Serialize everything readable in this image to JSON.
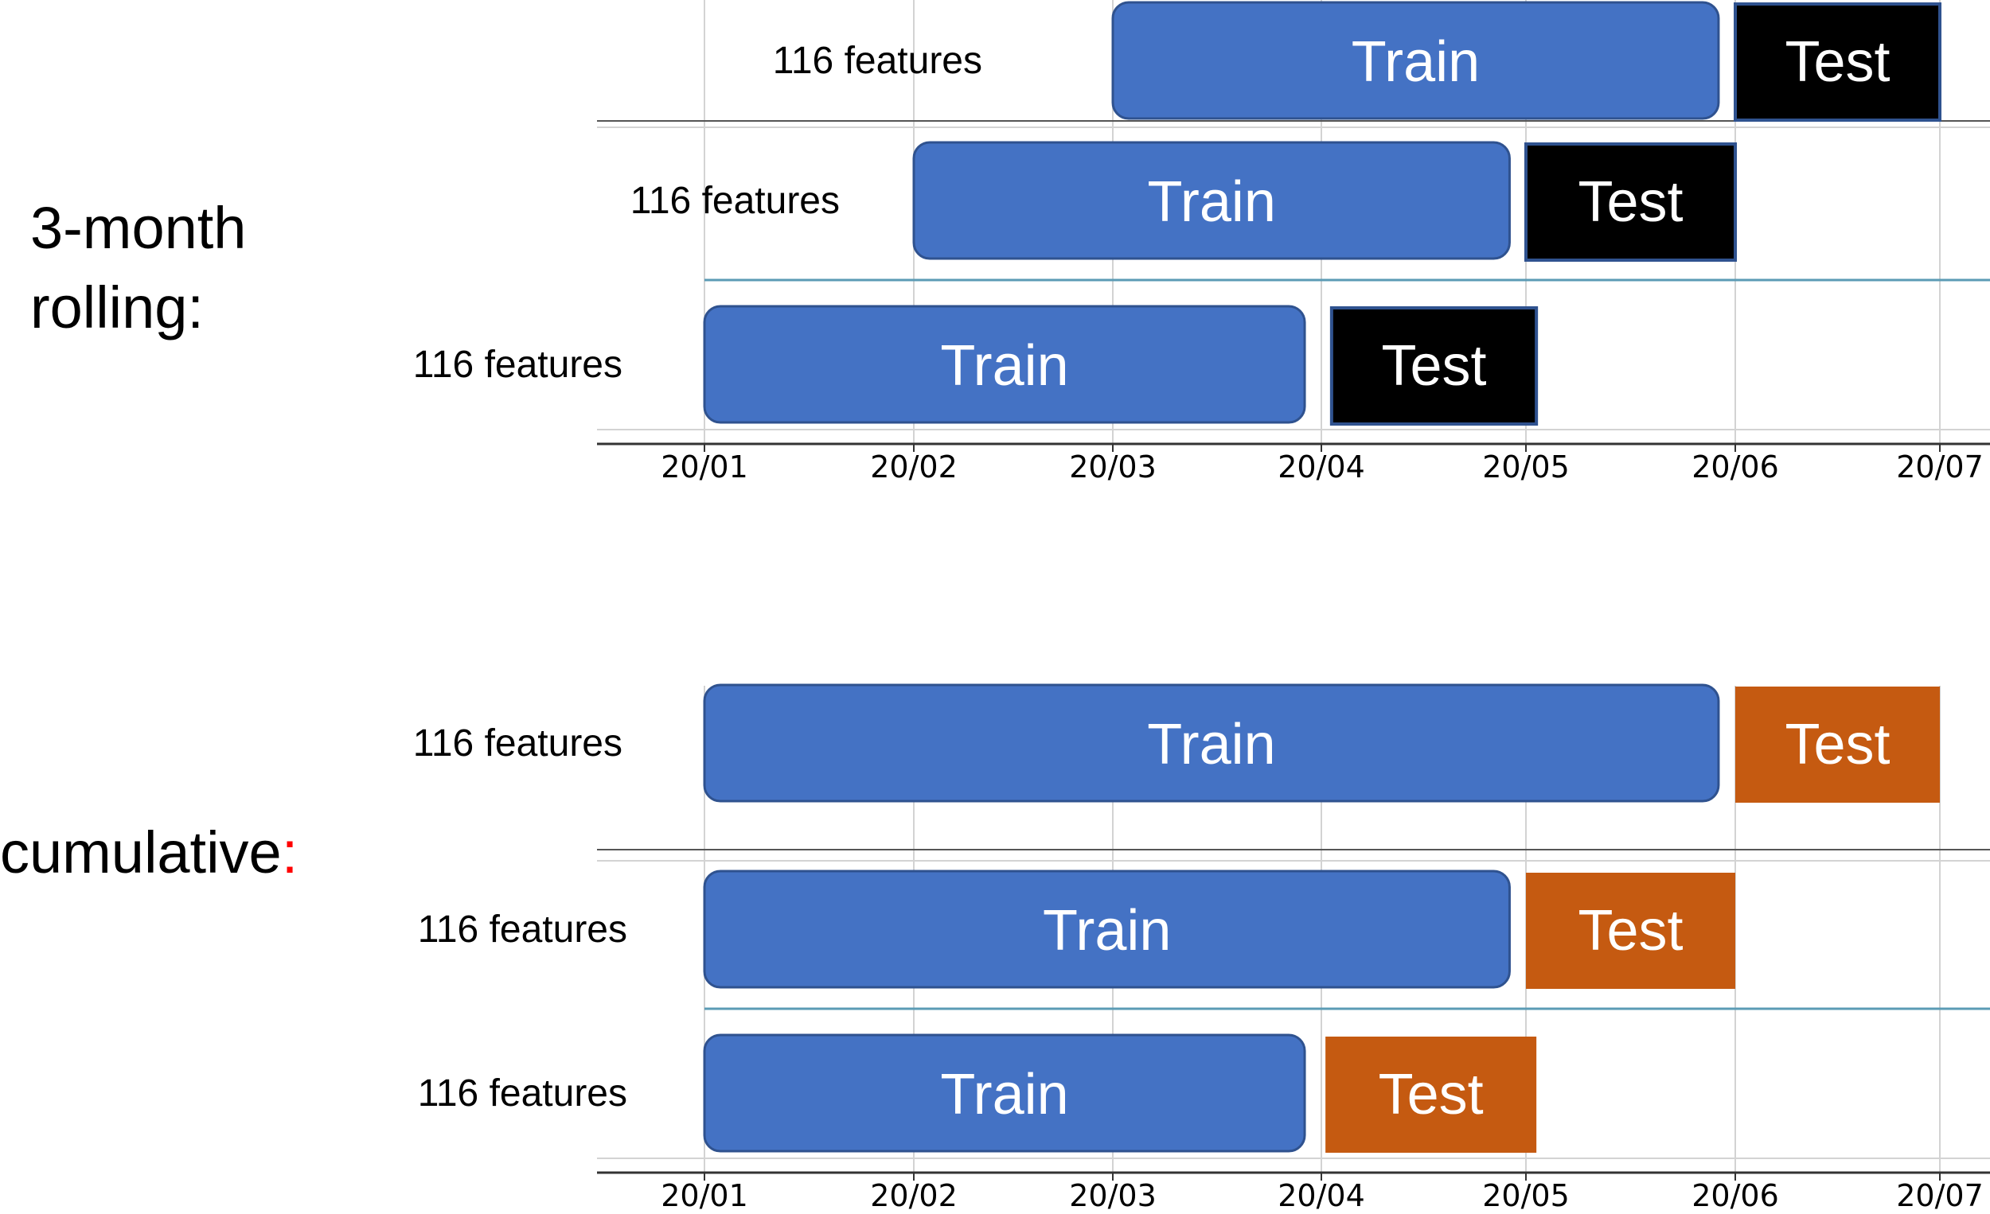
{
  "colors": {
    "train": "#4472C4",
    "train_border": "#2F528F",
    "rolling_test": "#000000",
    "rolling_test_border": "#2F528F",
    "cumulative_test": "#C55A11",
    "colon_accent": "#FF0000",
    "grid": "#D3D3D3",
    "separator": "#5B9BB5"
  },
  "x_axis": {
    "ticks": [
      "20/01",
      "20/02",
      "20/03",
      "20/04",
      "20/05",
      "20/06",
      "20/07"
    ]
  },
  "panels": [
    {
      "id": "rolling",
      "label_line1": "3-month",
      "label_line2": "rolling:",
      "label_accent": "",
      "test_style": "rolling",
      "rows": [
        {
          "features": "116 features",
          "train_label": "Train",
          "test_label": "Test",
          "train_start": 2.0,
          "train_end": 4.92,
          "test_start": 5.0,
          "test_end": 6.0
        },
        {
          "features": "116 features",
          "train_label": "Train",
          "test_label": "Test",
          "train_start": 1.0,
          "train_end": 3.92,
          "test_start": 4.0,
          "test_end": 5.0
        },
        {
          "features": "116 features",
          "train_label": "Train",
          "test_label": "Test",
          "train_start": 0.0,
          "train_end": 2.92,
          "test_start": 3.05,
          "test_end": 4.05
        }
      ]
    },
    {
      "id": "cumulative",
      "label_line1": "cumulative",
      "label_line2": "",
      "label_accent": ":",
      "test_style": "cumulative",
      "rows": [
        {
          "features": "116 features",
          "train_label": "Train",
          "test_label": "Test",
          "train_start": 0.0,
          "train_end": 4.92,
          "test_start": 5.0,
          "test_end": 6.0
        },
        {
          "features": "116 features",
          "train_label": "Train",
          "test_label": "Test",
          "train_start": 0.0,
          "train_end": 3.92,
          "test_start": 4.0,
          "test_end": 5.0
        },
        {
          "features": "116 features",
          "train_label": "Train",
          "test_label": "Test",
          "train_start": 0.0,
          "train_end": 2.92,
          "test_start": 3.02,
          "test_end": 4.05
        }
      ]
    }
  ]
}
